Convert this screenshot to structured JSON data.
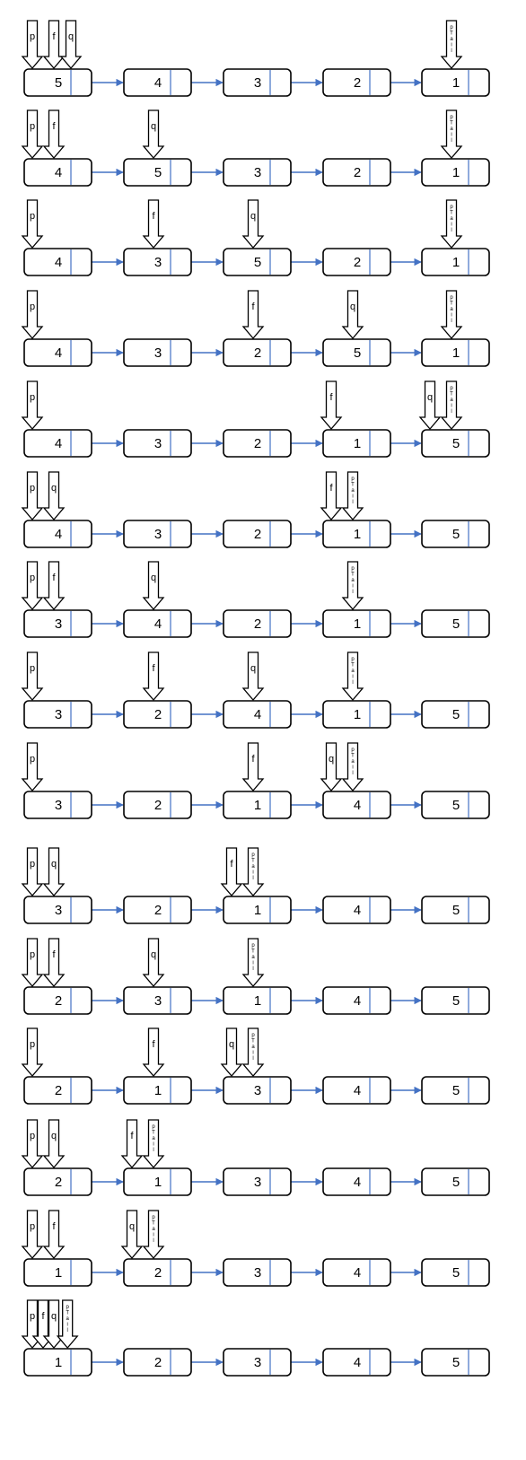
{
  "steps": [
    {
      "values": [
        "5",
        "4",
        "3",
        "2",
        "1"
      ],
      "pointers": [
        {
          "label": "p",
          "node": 0,
          "slot": 0
        },
        {
          "label": "f",
          "node": 0,
          "slot": 1
        },
        {
          "label": "q",
          "node": 0,
          "slot": 2
        },
        {
          "label": "pTail",
          "node": 4,
          "slot": 1
        }
      ]
    },
    {
      "values": [
        "4",
        "5",
        "3",
        "2",
        "1"
      ],
      "pointers": [
        {
          "label": "p",
          "node": 0,
          "slot": 0
        },
        {
          "label": "f",
          "node": 0,
          "slot": 1
        },
        {
          "label": "q",
          "node": 1,
          "slot": 1
        },
        {
          "label": "pTail",
          "node": 4,
          "slot": 1
        }
      ]
    },
    {
      "values": [
        "4",
        "3",
        "5",
        "2",
        "1"
      ],
      "pointers": [
        {
          "label": "p",
          "node": 0,
          "slot": 0
        },
        {
          "label": "f",
          "node": 1,
          "slot": 1
        },
        {
          "label": "q",
          "node": 2,
          "slot": 1
        },
        {
          "label": "pTail",
          "node": 4,
          "slot": 1
        }
      ]
    },
    {
      "values": [
        "4",
        "3",
        "2",
        "5",
        "1"
      ],
      "pointers": [
        {
          "label": "p",
          "node": 0,
          "slot": 0
        },
        {
          "label": "f",
          "node": 2,
          "slot": 1
        },
        {
          "label": "q",
          "node": 3,
          "slot": 1
        },
        {
          "label": "pTail",
          "node": 4,
          "slot": 1
        }
      ]
    },
    {
      "values": [
        "4",
        "3",
        "2",
        "1",
        "5"
      ],
      "pointers": [
        {
          "label": "p",
          "node": 0,
          "slot": 0
        },
        {
          "label": "f",
          "node": 3,
          "slot": 0
        },
        {
          "label": "q",
          "node": 4,
          "slot": 0
        },
        {
          "label": "pTail",
          "node": 4,
          "slot": 1
        }
      ]
    },
    {
      "values": [
        "4",
        "3",
        "2",
        "1",
        "5"
      ],
      "pointers": [
        {
          "label": "p",
          "node": 0,
          "slot": 0
        },
        {
          "label": "q",
          "node": 0,
          "slot": 1
        },
        {
          "label": "f",
          "node": 3,
          "slot": 0
        },
        {
          "label": "pTail",
          "node": 3,
          "slot": 1
        }
      ]
    },
    {
      "values": [
        "3",
        "4",
        "2",
        "1",
        "5"
      ],
      "pointers": [
        {
          "label": "p",
          "node": 0,
          "slot": 0
        },
        {
          "label": "f",
          "node": 0,
          "slot": 1
        },
        {
          "label": "q",
          "node": 1,
          "slot": 1
        },
        {
          "label": "pTail",
          "node": 3,
          "slot": 1
        }
      ]
    },
    {
      "values": [
        "3",
        "2",
        "4",
        "1",
        "5"
      ],
      "pointers": [
        {
          "label": "p",
          "node": 0,
          "slot": 0
        },
        {
          "label": "f",
          "node": 1,
          "slot": 1
        },
        {
          "label": "q",
          "node": 2,
          "slot": 1
        },
        {
          "label": "pTail",
          "node": 3,
          "slot": 1
        }
      ]
    },
    {
      "values": [
        "3",
        "2",
        "1",
        "4",
        "5"
      ],
      "pointers": [
        {
          "label": "p",
          "node": 0,
          "slot": 0
        },
        {
          "label": "f",
          "node": 2,
          "slot": 1
        },
        {
          "label": "q",
          "node": 3,
          "slot": 0
        },
        {
          "label": "pTail",
          "node": 3,
          "slot": 1
        }
      ]
    },
    {
      "values": [
        "3",
        "2",
        "1",
        "4",
        "5"
      ],
      "pointers": [
        {
          "label": "p",
          "node": 0,
          "slot": 0
        },
        {
          "label": "q",
          "node": 0,
          "slot": 1
        },
        {
          "label": "f",
          "node": 2,
          "slot": 0
        },
        {
          "label": "pTail",
          "node": 2,
          "slot": 1
        }
      ]
    },
    {
      "values": [
        "2",
        "3",
        "1",
        "4",
        "5"
      ],
      "pointers": [
        {
          "label": "p",
          "node": 0,
          "slot": 0
        },
        {
          "label": "f",
          "node": 0,
          "slot": 1
        },
        {
          "label": "q",
          "node": 1,
          "slot": 1
        },
        {
          "label": "pTail",
          "node": 2,
          "slot": 1
        }
      ]
    },
    {
      "values": [
        "2",
        "1",
        "3",
        "4",
        "5"
      ],
      "pointers": [
        {
          "label": "p",
          "node": 0,
          "slot": 0
        },
        {
          "label": "f",
          "node": 1,
          "slot": 1
        },
        {
          "label": "q",
          "node": 2,
          "slot": 0
        },
        {
          "label": "pTail",
          "node": 2,
          "slot": 1
        }
      ]
    },
    {
      "values": [
        "2",
        "1",
        "3",
        "4",
        "5"
      ],
      "pointers": [
        {
          "label": "p",
          "node": 0,
          "slot": 0
        },
        {
          "label": "q",
          "node": 0,
          "slot": 1
        },
        {
          "label": "f",
          "node": 1,
          "slot": 0
        },
        {
          "label": "pTail",
          "node": 1,
          "slot": 1
        }
      ]
    },
    {
      "values": [
        "1",
        "2",
        "3",
        "4",
        "5"
      ],
      "pointers": [
        {
          "label": "p",
          "node": 0,
          "slot": 0
        },
        {
          "label": "f",
          "node": 0,
          "slot": 1
        },
        {
          "label": "q",
          "node": 1,
          "slot": 0
        },
        {
          "label": "pTail",
          "node": 1,
          "slot": 1
        }
      ]
    },
    {
      "values": [
        "1",
        "2",
        "3",
        "4",
        "5"
      ],
      "pointers": [
        {
          "label": "p",
          "node": 0,
          "slot": 0
        },
        {
          "label": "f",
          "node": 0,
          "slot": 0.5
        },
        {
          "label": "q",
          "node": 0,
          "slot": 1
        },
        {
          "label": "pTail",
          "node": 0,
          "slot": 1.8
        }
      ]
    }
  ],
  "colors": {
    "link": "#4472c4",
    "outline": "#000000",
    "fill": "#ffffff"
  }
}
